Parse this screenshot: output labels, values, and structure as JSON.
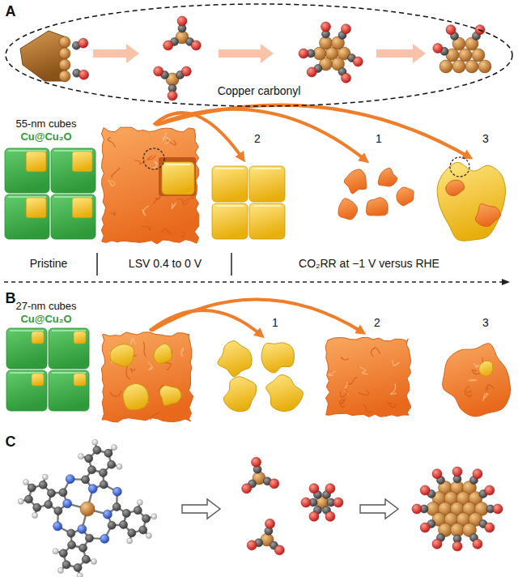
{
  "diagram": {
    "nodes": [
      {
        "text": [
          "Copper carbonyl"
        ]
      }
    ],
    "labels": [
      "A",
      "55-nm cubes",
      "Cu@Cu₂O",
      "2",
      "1",
      "3",
      "Pristine",
      "LSV 0.4 to 0 V",
      "CO₂RR at −1 V versus RHE",
      "B",
      "27-nm cubes",
      "Cu@Cu₂O",
      "1",
      "2",
      "3",
      "C"
    ]
  }
}
